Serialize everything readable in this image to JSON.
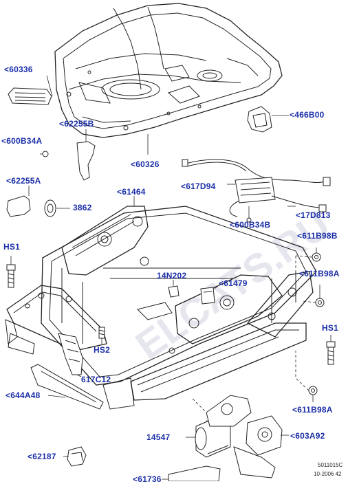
{
  "labels": {
    "l60336": "<60336",
    "l466B00": "<466B00",
    "l62255B": "<62255B",
    "l600B34A": "<600B34A",
    "l60326": "<60326",
    "l62255A": "<62255A",
    "l617D94": "<617D94",
    "l61464": "<61464",
    "l3862": "3862",
    "l17D813": "<17D813",
    "l600B34B": "<600B34B",
    "lHS1a": "HS1",
    "l611B98B": "<611B98B",
    "l14N202": "14N202",
    "l61479": "<61479",
    "l611B98Aa": "<611B98A",
    "lHS2": "HS2",
    "lHS1b": "HS1",
    "l617C12": "617C12",
    "l644A48": "<644A48",
    "l611B98Ab": "<611B98A",
    "l14547": "14547",
    "l603A92": "<603A92",
    "l62187": "<62187",
    "l61736": "<61736"
  },
  "footer": {
    "code": "5011015C",
    "date": "10-2006 42"
  },
  "watermark": "ELCATS.RU"
}
